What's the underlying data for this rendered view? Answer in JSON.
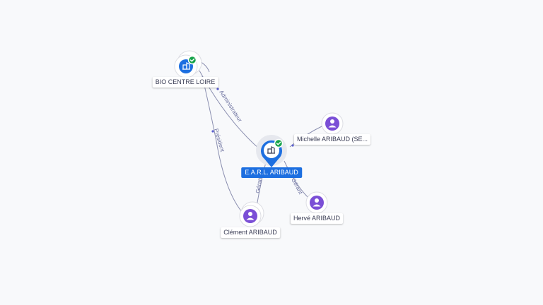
{
  "nodes": {
    "bio_centre_loire": {
      "label": "BIO CENTRE LOIRE",
      "kind": "company",
      "verified": true
    },
    "earl_aribaud": {
      "label": "E.A.R.L. ARIBAUD",
      "kind": "company",
      "verified": true,
      "main": true
    },
    "michelle_aribaud": {
      "label": "Michelle ARIBAUD (SE...",
      "kind": "person"
    },
    "herve_aribaud": {
      "label": "Hervé ARIBAUD",
      "kind": "person"
    },
    "clement_aribaud": {
      "label": "Clément ARIBAUD",
      "kind": "person"
    }
  },
  "edges": {
    "earl_to_bio": {
      "label": "Administrateur"
    },
    "clement_to_bio": {
      "label": "Président"
    },
    "clement_to_earl": {
      "label": "Gérant"
    },
    "herve_to_earl": {
      "label": "Gérant"
    }
  },
  "colors": {
    "company": "#1d6fe0",
    "person": "#7b4fd6",
    "verified": "#17a34a",
    "edge": "#8b8fb0",
    "edge_label": "#6a6f9e"
  },
  "icons": {
    "company": "building-icon",
    "person": "person-icon",
    "verified": "check-badge-icon"
  }
}
